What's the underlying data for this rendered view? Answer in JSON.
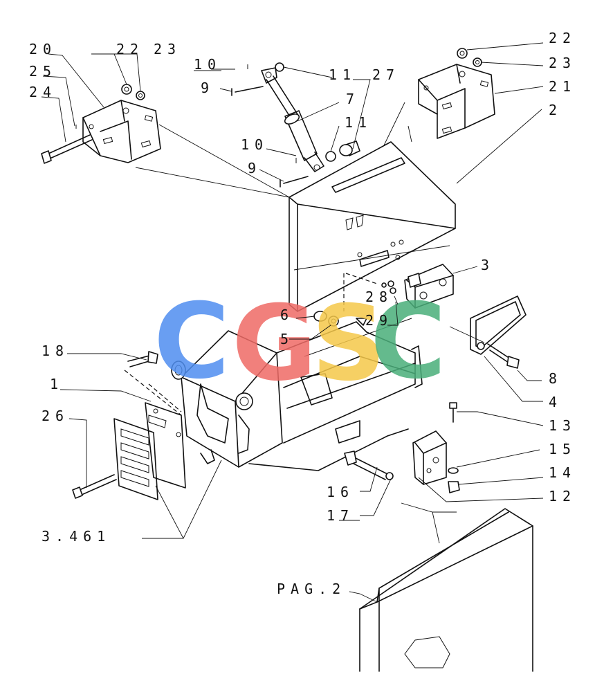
{
  "diagram": {
    "labels": [
      {
        "id": "l20",
        "text": "20"
      },
      {
        "id": "l22a",
        "text": "22"
      },
      {
        "id": "l23a",
        "text": "23"
      },
      {
        "id": "l25",
        "text": "25"
      },
      {
        "id": "l24",
        "text": "24"
      },
      {
        "id": "l10a",
        "text": "10"
      },
      {
        "id": "l9a",
        "text": "9"
      },
      {
        "id": "l11a",
        "text": "11"
      },
      {
        "id": "l27",
        "text": "27"
      },
      {
        "id": "l7",
        "text": "7"
      },
      {
        "id": "l11b",
        "text": "11"
      },
      {
        "id": "l10b",
        "text": "10"
      },
      {
        "id": "l9b",
        "text": "9"
      },
      {
        "id": "l22b",
        "text": "22"
      },
      {
        "id": "l23b",
        "text": "23"
      },
      {
        "id": "l21",
        "text": "21"
      },
      {
        "id": "l2",
        "text": "2"
      },
      {
        "id": "l3",
        "text": "3"
      },
      {
        "id": "l28",
        "text": "28"
      },
      {
        "id": "l29",
        "text": "29"
      },
      {
        "id": "l6",
        "text": "6"
      },
      {
        "id": "l5",
        "text": "5"
      },
      {
        "id": "l18",
        "text": "18"
      },
      {
        "id": "l1",
        "text": "1"
      },
      {
        "id": "l26",
        "text": "26"
      },
      {
        "id": "l8",
        "text": "8"
      },
      {
        "id": "l4",
        "text": "4"
      },
      {
        "id": "l13",
        "text": "13"
      },
      {
        "id": "l15",
        "text": "15"
      },
      {
        "id": "l14",
        "text": "14"
      },
      {
        "id": "l16",
        "text": "16"
      },
      {
        "id": "l12",
        "text": "12"
      },
      {
        "id": "l17",
        "text": "17"
      },
      {
        "id": "l3461",
        "text": "3.461"
      },
      {
        "id": "lpag",
        "text": "PAG.2"
      }
    ],
    "watermark": {
      "letters": [
        "C",
        "G",
        "S",
        "C"
      ],
      "colors": [
        "#4f8ef0",
        "#ef6b66",
        "#f5c84a",
        "#4aae7a"
      ]
    }
  }
}
